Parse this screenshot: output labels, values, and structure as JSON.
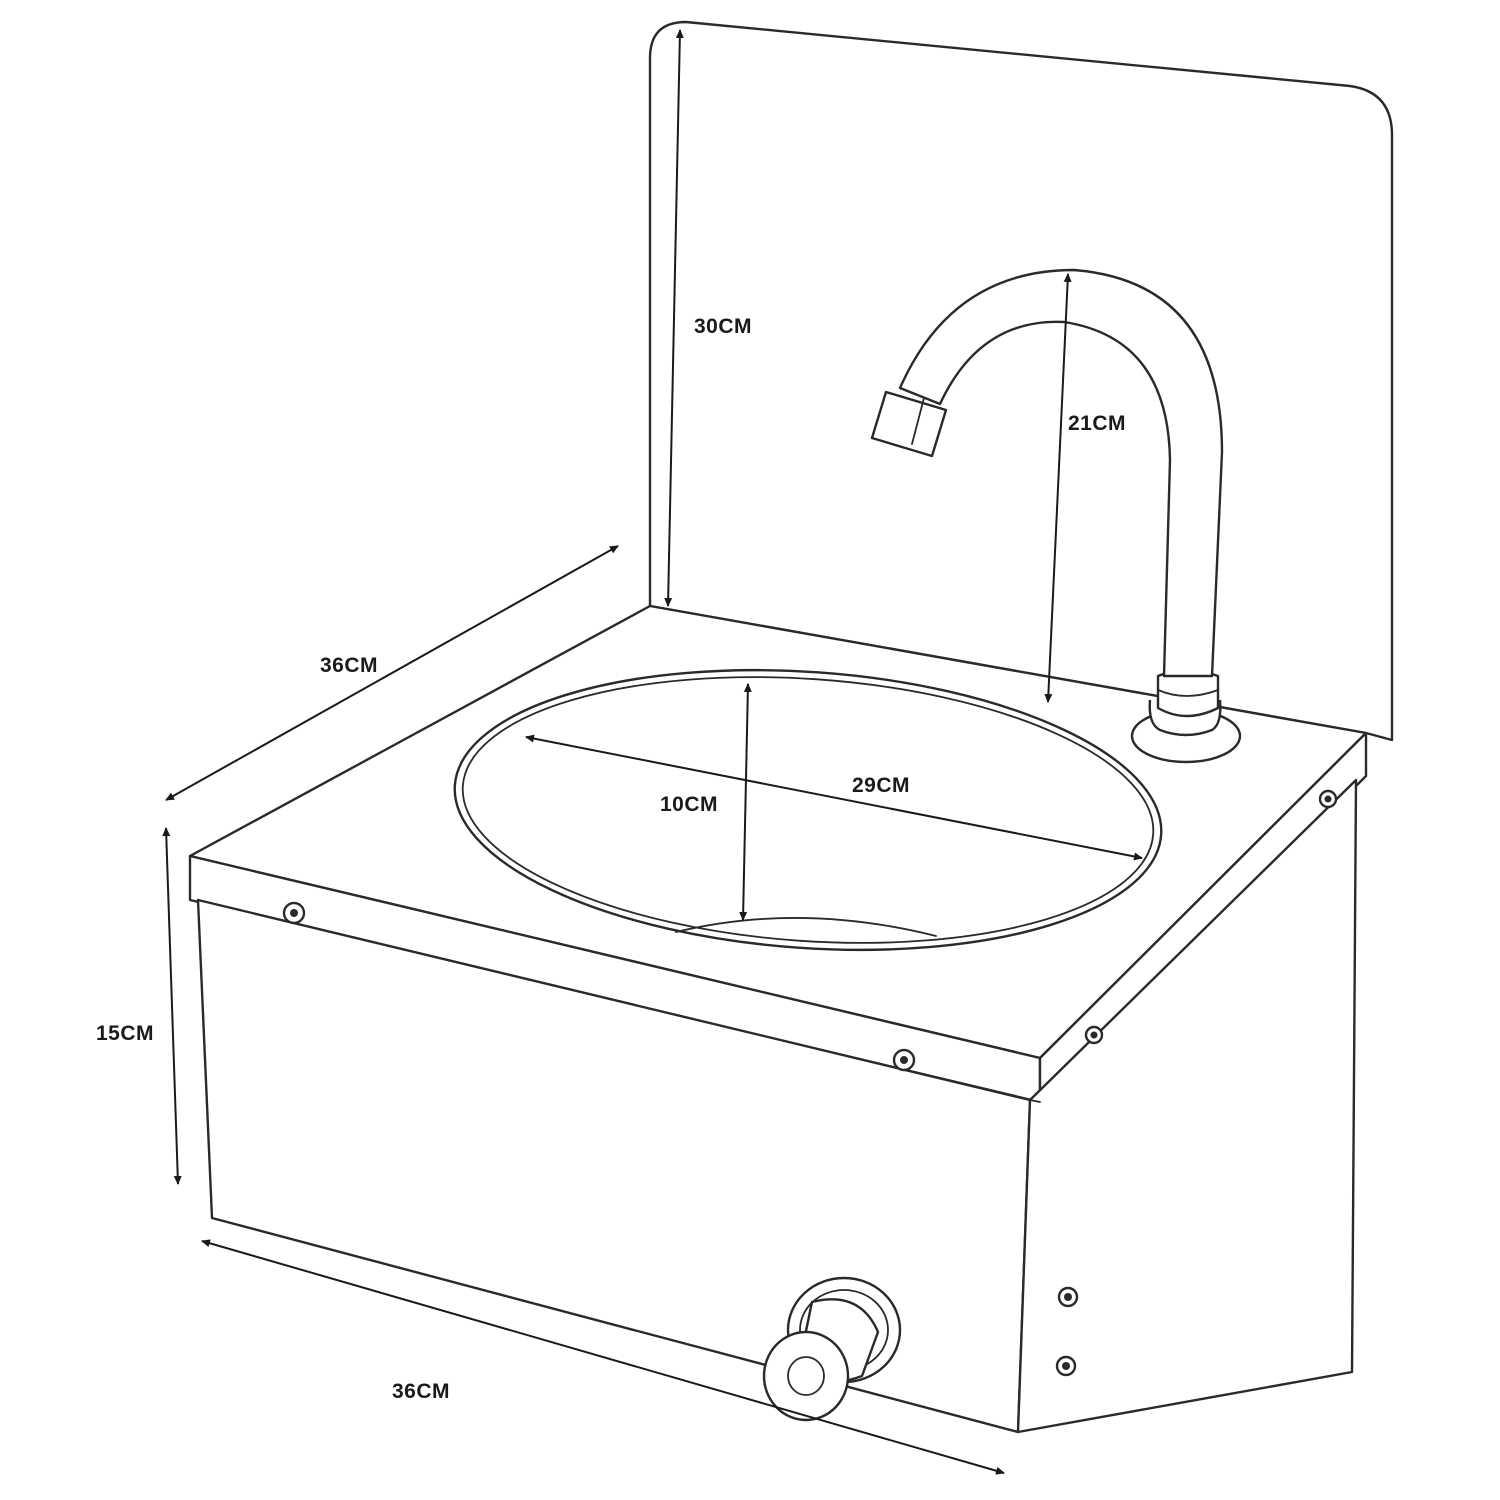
{
  "dimensions": {
    "backsplash_height": "30CM",
    "tap_height": "21CM",
    "depth": "36CM",
    "bowl_depth": "10CM",
    "bowl_diameter": "29CM",
    "body_height": "15CM",
    "width": "36CM"
  },
  "colors": {
    "line": "#2a2a2a",
    "background": "#ffffff"
  }
}
